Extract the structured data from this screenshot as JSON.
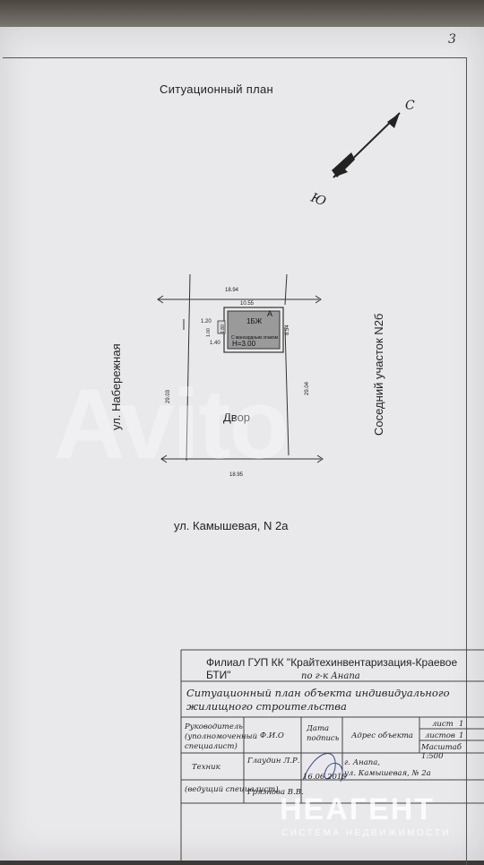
{
  "page_number": "3",
  "title": "Ситуационный план",
  "compass": {
    "north": "С",
    "south": "Ю"
  },
  "plan": {
    "dim_top": "18.94",
    "dim_bottom": "18.95",
    "dim_left": "29.03",
    "dim_right": "29.04",
    "house_width": "10.55",
    "house_depth": "8.54",
    "offset_a": "1.20",
    "offset_b": "1.00",
    "offset_c": "1.40",
    "porch": "1.80",
    "house_label": "1БЖ",
    "house_note": "С мансардным этажом",
    "house_letter": "А",
    "house_height": "H=3.00",
    "yard": "Двор"
  },
  "streets": {
    "left": "ул. Набережная",
    "right": "Соседний участок N2б",
    "bottom": "ул. Камышевая,  N 2а"
  },
  "stamp": {
    "org_line1": "Филиал ГУП КК \"Крайтехинвентаризация-Краевое БТИ\"",
    "org_line2": "по г-к Анапа",
    "doc_title": "Ситуационный план объекта индивидуального жилищного строительства",
    "col_role": "Руководитель (уполномоченный специалист)",
    "col_fio": "Ф.И.О",
    "col_date": "Дата подпись",
    "col_address": "Адрес объекта",
    "sheet": "лист",
    "sheet_val": "1",
    "sheets": "листов",
    "sheets_val": "1",
    "scale": "Масштаб 1:500",
    "role_tech": "Техник",
    "tech_name": "Глаудин Л.Р.",
    "role_lead": "(ведущий специалист)",
    "lead_name": "Грязнова В.В.",
    "date": "16.06.2015",
    "address_line1": "г. Анапа,",
    "address_line2": "ул. Камышевая, № 2а"
  },
  "watermarks": {
    "avito": "Avito",
    "brand": "НЕАГЕНТ",
    "brand_sub": "СИСТЕМА НЕДВИЖИМОСТИ"
  }
}
